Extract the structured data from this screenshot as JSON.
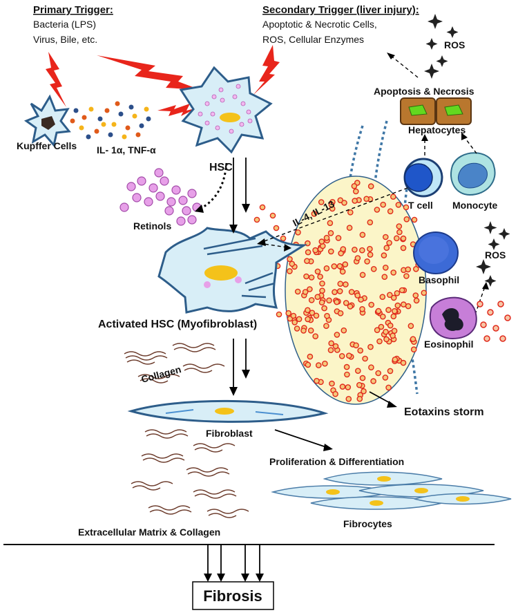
{
  "primary_trigger": {
    "heading": "Primary Trigger:",
    "line1": "Bacteria (LPS)",
    "line2": "Virus, Bile, etc."
  },
  "secondary_trigger": {
    "heading": "Secondary Trigger (liver injury):",
    "line1": "Apoptotic & Necrotic Cells,",
    "line2": "ROS, Cellular Enzymes"
  },
  "labels": {
    "ros_top": "ROS",
    "apoptosis": "Apoptosis & Necrosis",
    "hepatocytes": "Hepatocytes",
    "kupffer": "Kupffer Cells",
    "il1": "IL- 1α, TNF-α",
    "hsc": "HSC",
    "t_cell": "T cell",
    "monocyte": "Monocyte",
    "retinols": "Retinols",
    "il4": "IL-4, IL-13",
    "basophil": "Basophil",
    "ros_right": "ROS",
    "activated_hsc": "Activated HSC (Myofibroblast)",
    "eosinophil": "Eosinophil",
    "collagen": "Collagen",
    "eotaxins": "Eotaxins storm",
    "fibroblast": "Fibroblast",
    "proliferation": "Proliferation & Differentiation",
    "ecm": "Extracellular Matrix & Collagen",
    "fibrocytes": "Fibrocytes",
    "fibrosis": "Fibrosis"
  },
  "colors": {
    "bolt": "#e8251b",
    "cell_fill": "#d8eef7",
    "cell_stroke": "#2d5d8a",
    "nucleus": "#f4c21a",
    "retinol": "#e7a0e8",
    "storm_fill": "#fbf5c8",
    "hepatocyte": "#b9772e",
    "collagen": "#6b3a2a"
  }
}
